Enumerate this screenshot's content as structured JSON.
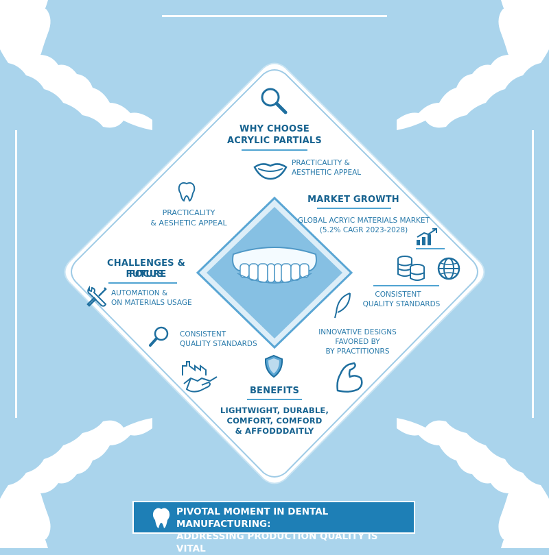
{
  "sections": {
    "why": {
      "title_line1": "WHY CHOOSE",
      "title_line2": "ACRYLIC PARTIALS",
      "text_line1": "PRACTICALITY &",
      "text_line2": "AESTHETIC APPEAL"
    },
    "left_appeal": {
      "text_line1": "PRACTICALITY",
      "text_line2": "& AESHETIC APPEAL"
    },
    "market": {
      "title": "MARKET GROWTH",
      "text_line1": "GLOBAL ACRYIC MATERIALS MARKET",
      "text_line2": "(5.2% CAGR 2023-2028)"
    },
    "quality_right": {
      "text_line1": "CONSISTENT",
      "text_line2": "QUALITY STANDARDS"
    },
    "challenges": {
      "title_line1": "CHALLENGES & FUTURE",
      "title_line2": "FOCUS",
      "text_line1": "AUTOMATION &",
      "text_line2": "ON MATERIALS USAGE"
    },
    "quality_left": {
      "text_line1": "CONSISTENT",
      "text_line2": "QUALITY STANDARDS"
    },
    "innovative": {
      "text_line1": "INNOVATIVE DESIGNS",
      "text_line2": "FAVORED BY",
      "text_line3": "BY PRACTITIONRS"
    },
    "benefits": {
      "title": "BENEFITS",
      "text_line1": "LIGHTWIGHT, DURABLE,",
      "text_line2": "COMFORT, COMFORD",
      "text_line3": "& AFFODDDAITLY"
    }
  },
  "banner": {
    "line1": "PIVOTAL MOMENT IN DENTAL MANUFACTURING:",
    "line2": "ADDRESSING PRODUCTION QUALITY IS VITAL"
  },
  "colors": {
    "background": "#aad4ec",
    "accent": "#1e7fb6",
    "text": "#1f6f9f",
    "white": "#ffffff"
  },
  "icons": [
    "tooth-icon",
    "magnifier-icon",
    "smile-lips-icon",
    "growth-chart-icon",
    "coins-icon",
    "globe-icon",
    "feather-icon",
    "wrench-screwdriver-icon",
    "factory-handshake-icon",
    "shield-icon",
    "muscle-arm-icon",
    "denture-icon"
  ]
}
